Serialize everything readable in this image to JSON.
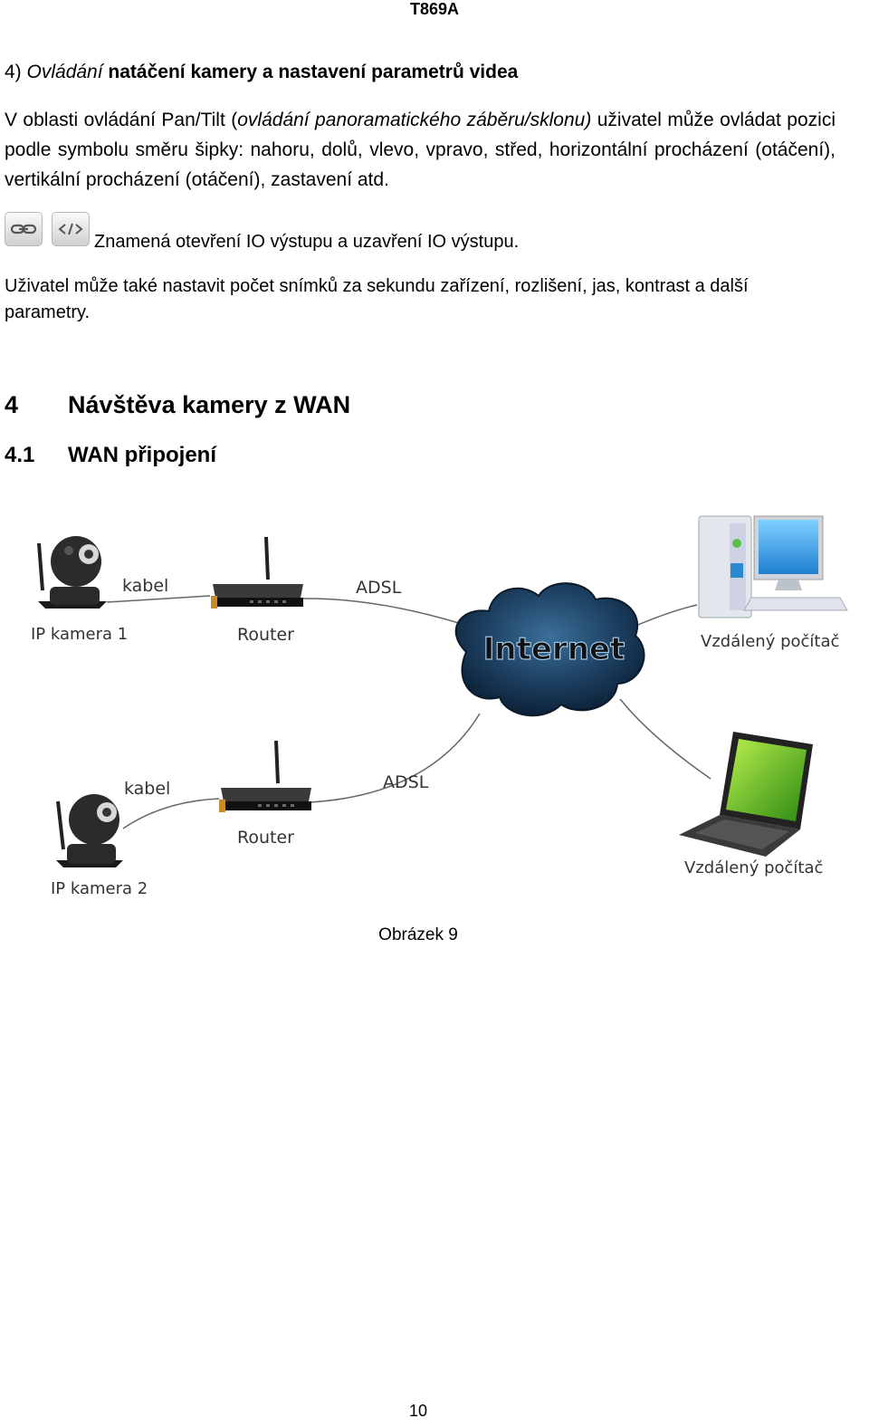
{
  "header": "T869A",
  "section": {
    "prefix": "4) ",
    "prefix_italic": "Ovládání",
    "title_bold": " natáčení kamery a nastavení parametrů videa"
  },
  "para1": {
    "a": "V oblasti ovládání Pan/Tilt (",
    "b_italic": "ovládání panoramatického záběru/sklonu)",
    "c": " uživatel může ovládat pozici podle symbolu směru šipky: nahoru, dolů, vlevo, vpravo, střed, horizontální procházení (otáčení), vertikální procházení (otáčení), zastavení atd."
  },
  "io": {
    "icon1": "link-icon",
    "icon2": "code-icon",
    "text": "Znamená otevření IO výstupu a uzavření IO výstupu."
  },
  "para2": "Uživatel může také nastavit počet snímků za sekundu zařízení, rozlišení, jas, kontrast a další parametry.",
  "heading1": {
    "num": "4",
    "text": "Návštěva kamery z WAN"
  },
  "heading2": {
    "num": "4.1",
    "text": "WAN připojení"
  },
  "diagram": {
    "cam1": "IP kamera 1",
    "cam2": "IP kamera 2",
    "router1": "Router",
    "router2": "Router",
    "kabel1": "kabel",
    "kabel2": "kabel",
    "adsl1": "ADSL",
    "adsl2": "ADSL",
    "internet": "Internet",
    "pc1": "Vzdálený počítač",
    "pc2": "Vzdálený počítač"
  },
  "caption": "Obrázek 9",
  "page_number": "10"
}
